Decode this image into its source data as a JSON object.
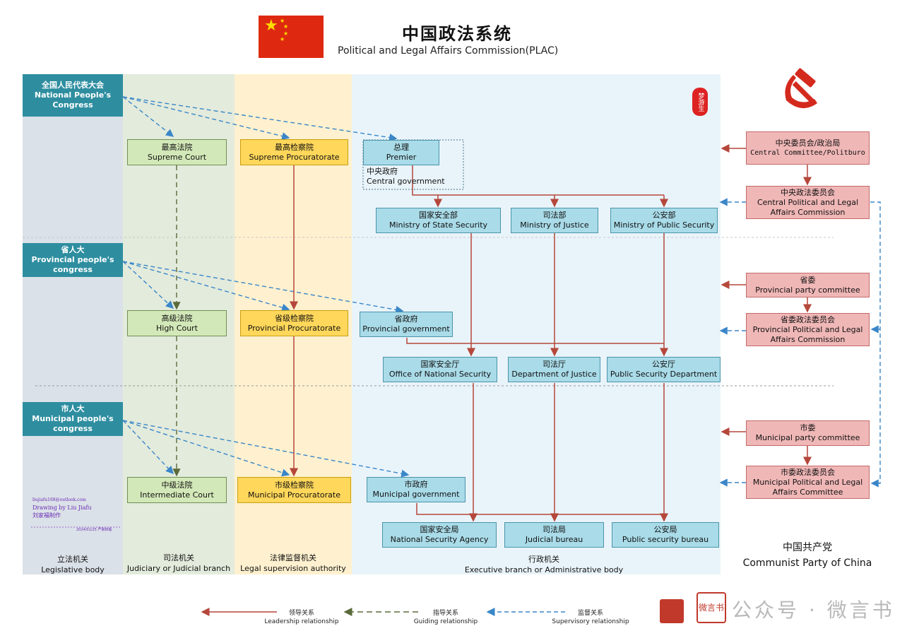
{
  "header": {
    "title": "中国政法系统",
    "subtitle": "Political and Legal Affairs Commission(PLAC)"
  },
  "colors": {
    "legislative_bg": "#dbe1e8",
    "judicial_bg": "#e3ebdc",
    "procuratorate_bg": "#fff1cf",
    "executive_bg": "#e9f4fa",
    "leadership": "#b5473b",
    "guiding": "#5a6a3a",
    "supervisory": "#3a86c8"
  },
  "legislative": {
    "npc": {
      "cn": "全国人民代表大会",
      "en1": "National People's",
      "en2": "Congress"
    },
    "provincial": {
      "cn": "省人大",
      "en1": "Provincial people's",
      "en2": "congress"
    },
    "municipal": {
      "cn": "市人大",
      "en1": "Municipal people's",
      "en2": "congress"
    }
  },
  "courts": {
    "supreme": {
      "cn": "最高法院",
      "en": "Supreme Court"
    },
    "high": {
      "cn": "高级法院",
      "en": "High Court"
    },
    "intermediate": {
      "cn": "中级法院",
      "en": "Intermediate Court"
    }
  },
  "procuratorates": {
    "supreme": {
      "cn": "最高检察院",
      "en": "Supreme Procuratorate"
    },
    "provincial": {
      "cn": "省级检察院",
      "en": "Provincial Procuratorate"
    },
    "municipal": {
      "cn": "市级检察院",
      "en": "Municipal Procuratorate"
    }
  },
  "executive": {
    "premier": {
      "cn": "总理",
      "en": "Premier"
    },
    "central_gov": {
      "cn": "中央政府",
      "en": "Central government"
    },
    "mss": {
      "cn": "国家安全部",
      "en": "Ministry of State Security"
    },
    "moj": {
      "cn": "司法部",
      "en": "Ministry of Justice"
    },
    "mps": {
      "cn": "公安部",
      "en": "Ministry of Public Security"
    },
    "prov_gov": {
      "cn": "省政府",
      "en": "Provincial government"
    },
    "ons": {
      "cn": "国家安全厅",
      "en": "Office of National Security"
    },
    "doj": {
      "cn": "司法厅",
      "en": "Department of Justice"
    },
    "psd": {
      "cn": "公安厅",
      "en": "Public Security Department"
    },
    "muni_gov": {
      "cn": "市政府",
      "en": "Municipal government"
    },
    "nsa": {
      "cn": "国家安全局",
      "en": "National Security Agency"
    },
    "jb": {
      "cn": "司法局",
      "en": "Judicial bureau"
    },
    "psb": {
      "cn": "公安局",
      "en": "Public security bureau"
    }
  },
  "party": {
    "central": {
      "cn": "中央委员会/政治局",
      "en": "Central Committee/Politburo"
    },
    "cplac": {
      "cn": "中央政法委员会",
      "en1": "Central Political and Legal",
      "en2": "Affairs Commission"
    },
    "prov_committee": {
      "cn": "省委",
      "en": "Provincial party committee"
    },
    "prov_plac": {
      "cn": "省委政法委员会",
      "en1": "Provincial Political and Legal",
      "en2": "Affairs Commission"
    },
    "muni_committee": {
      "cn": "市委",
      "en": "Municipal party committee"
    },
    "muni_plac": {
      "cn": "市委政法委员会",
      "en1": "Municipal Political and Legal",
      "en2": "Affairs Committee"
    }
  },
  "footer": {
    "legislative": {
      "cn": "立法机关",
      "en": "Legislative body"
    },
    "judicial": {
      "cn": "司法机关",
      "en": "Judiciary or Judicial branch"
    },
    "procuratorate": {
      "cn": "法律监督机关",
      "en": "Legal supervision authority"
    },
    "executive": {
      "cn": "行政机关",
      "en": "Executive branch or Administrative body"
    },
    "party": {
      "cn": "中国共产党",
      "en": "Communist Party of China"
    }
  },
  "legend": {
    "leadership": {
      "cn": "领导关系",
      "en": "Leadership relationship"
    },
    "guiding": {
      "cn": "指导关系",
      "en": "Guiding relationship"
    },
    "supervisory": {
      "cn": "监督关系",
      "en": "Supervisory relationship"
    }
  },
  "credit": {
    "email": "liujiafu168@outlook.com",
    "drawing": "Drawing by Liu Jiafu",
    "cn": "刘家福制作",
    "date": "2024/01/25  严禁转载"
  },
  "watermark": {
    "text": "公众号 · 微言书",
    "seal_right": "微言书",
    "seal_chars": "梦游生"
  }
}
